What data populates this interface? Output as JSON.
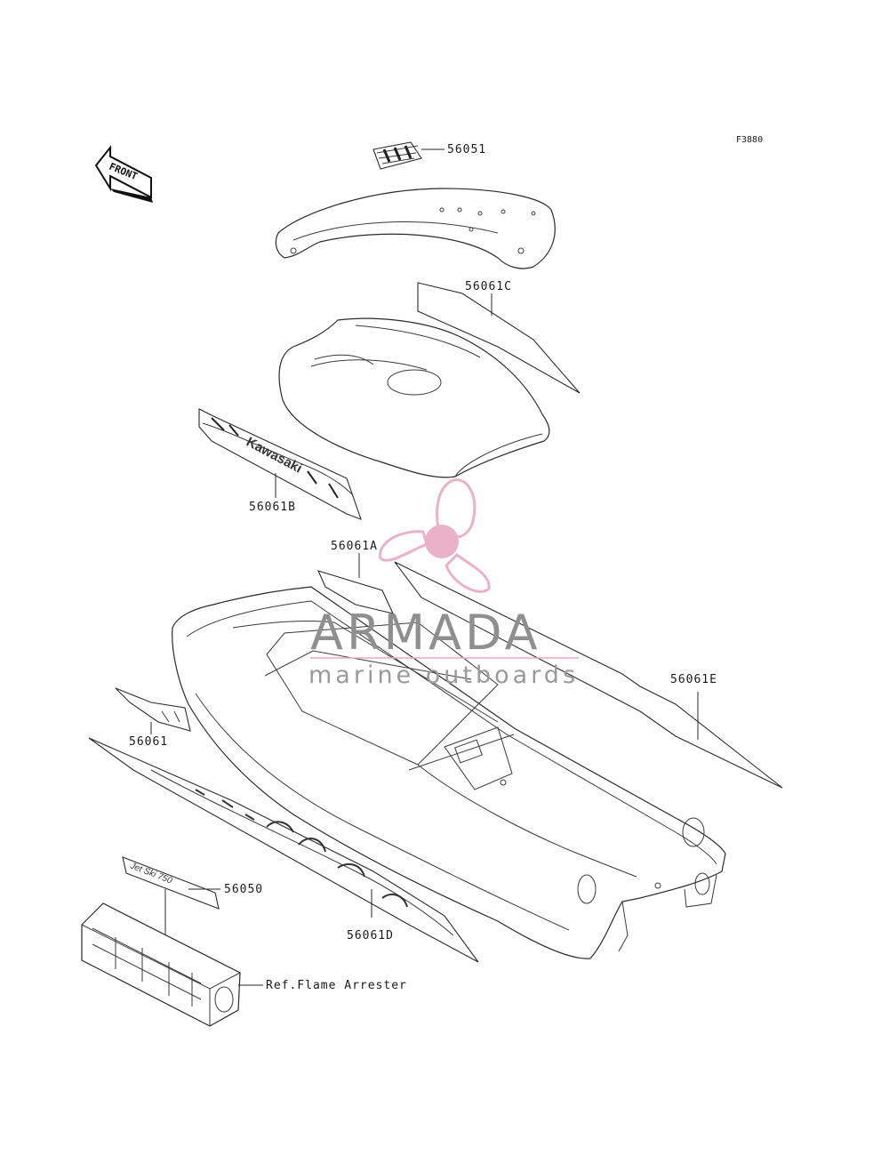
{
  "figure_code": "F3880",
  "direction_arrow": {
    "text": "FRONT"
  },
  "watermark": {
    "brand": "ARMADA",
    "tagline": "marine outboards",
    "logo_color": "#e8a9c4"
  },
  "callouts": [
    {
      "id": "56051",
      "label": "56051"
    },
    {
      "id": "56061C",
      "label": "56061C"
    },
    {
      "id": "56061B",
      "label": "56061B"
    },
    {
      "id": "56061A",
      "label": "56061A"
    },
    {
      "id": "56061E",
      "label": "56061E"
    },
    {
      "id": "56061",
      "label": "56061"
    },
    {
      "id": "56050",
      "label": "56050"
    },
    {
      "id": "56061D",
      "label": "56061D"
    },
    {
      "id": "ref-flame-arrester",
      "label": "Ref.Flame Arrester"
    }
  ],
  "decal_text": {
    "kawasaki": "Kawasaki",
    "model_badge": "Jet Ski 750"
  }
}
